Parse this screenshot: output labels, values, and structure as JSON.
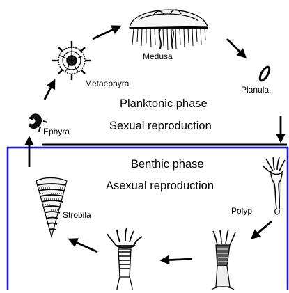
{
  "stages": {
    "medusa": "Medusa",
    "planula": "Planula",
    "polyp": "Polyp",
    "strobila": "Strobila",
    "ephyra": "Ephyra",
    "metaephyra": "Metaephyra"
  },
  "planktonic": {
    "phase": "Planktonic phase",
    "reproduction": "Sexual reproduction"
  },
  "benthic": {
    "phase": "Benthic phase",
    "reproduction": "Asexual reproduction"
  },
  "colors": {
    "benthic_box": "#1a1adf",
    "ink": "#000000"
  }
}
